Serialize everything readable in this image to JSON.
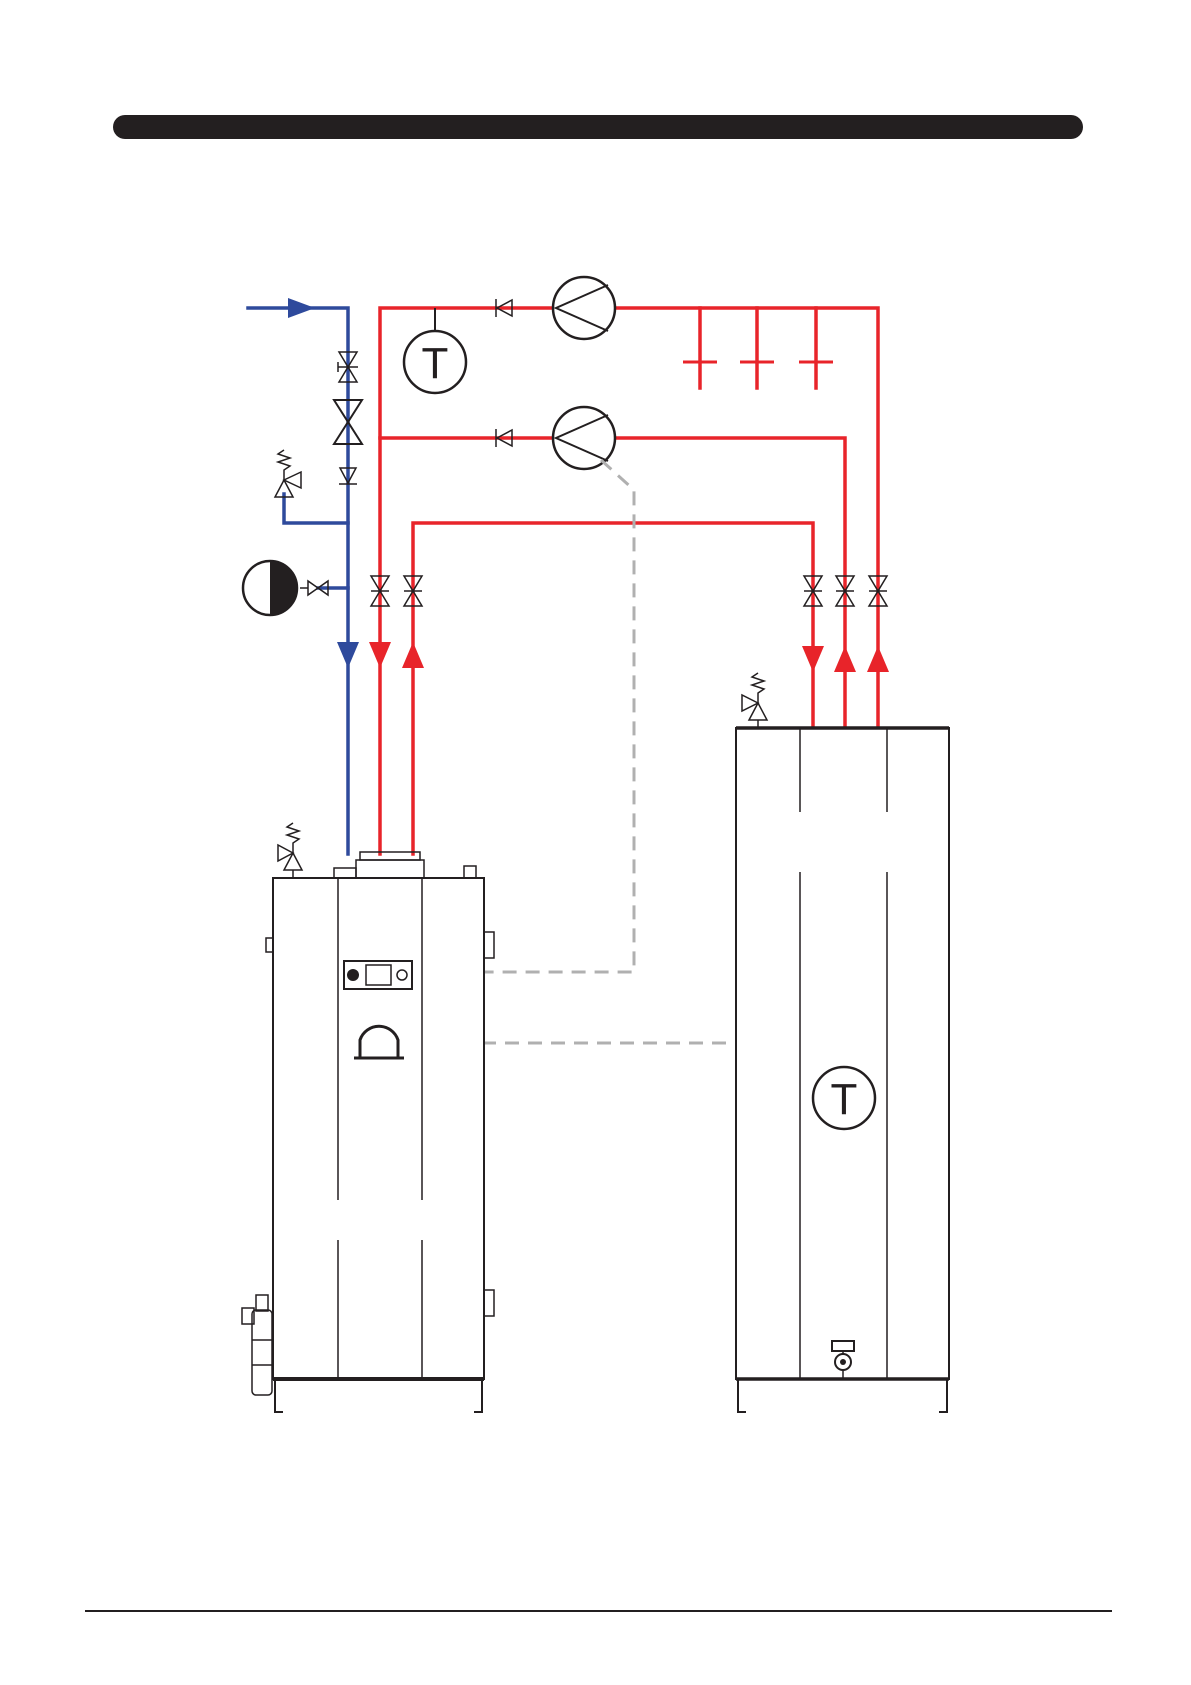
{
  "colors": {
    "hot_water": "#e8242a",
    "cold_water": "#2e4a9c",
    "outline": "#231f20",
    "control_line": "#b0b0b0",
    "header_bar": "#231f20"
  },
  "icons": [
    "temperature-sensor-icon",
    "circulation-pump-icon",
    "check-valve-icon",
    "isolation-valve-icon",
    "safety-valve-icon",
    "expansion-vessel-icon",
    "flow-arrow-icon",
    "tap-outlet-icon",
    "boiler-unit",
    "storage-cylinder-unit"
  ],
  "sensors": {
    "loop_sensor_label": "T",
    "cylinder_sensor_label": "T"
  }
}
